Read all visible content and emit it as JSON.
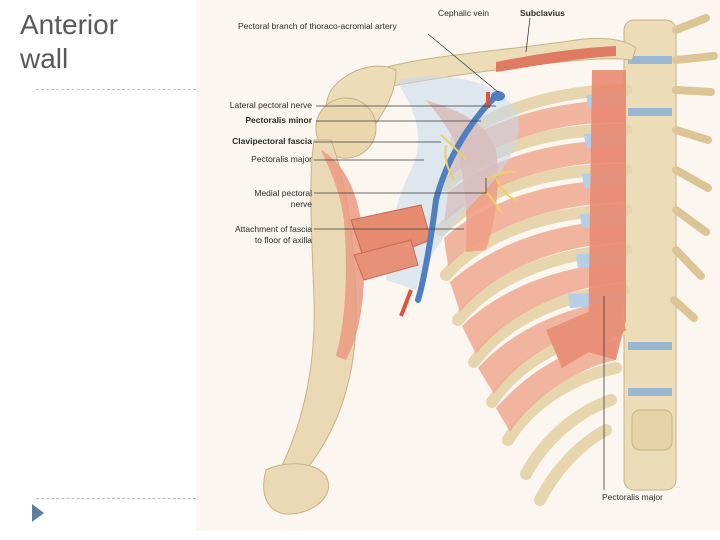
{
  "slide": {
    "title_line1": "Anterior",
    "title_line2": "wall"
  },
  "labels": {
    "cephalic_vein": "Cephalic vein",
    "subclavius": "Subclavius",
    "pectoral_branch": "Pectoral branch of thoraco-acromial artery",
    "lateral_pectoral_nerve": "Lateral pectoral nerve",
    "pectoralis_minor": "Pectoralis minor",
    "clavipectoral_fascia": "Clavipectoral fascia",
    "pectoralis_major_top": "Pectoralis major",
    "medial_pectoral_nerve_1": "Medial pectoral",
    "medial_pectoral_nerve_2": "nerve",
    "attachment_1": "Attachment of fascia",
    "attachment_2": "to floor of axilla",
    "pectoralis_major_bottom": "Pectoralis major"
  },
  "colors": {
    "title": "#595959",
    "accent": "#5f7d9e",
    "muscle": "#eda08a",
    "bone": "#ead9b4",
    "fascia": "#b9cde3",
    "vein": "#4f7fc0",
    "artery": "#e0533a",
    "nerve": "#f1d34a"
  }
}
